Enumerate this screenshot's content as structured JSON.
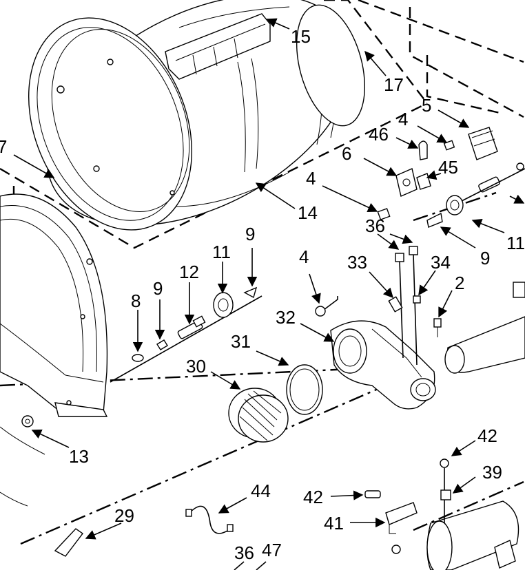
{
  "callouts": [
    {
      "id": "c15",
      "text": "15"
    },
    {
      "id": "c17a",
      "text": "17"
    },
    {
      "id": "c7",
      "text": "7"
    },
    {
      "id": "c5",
      "text": "5"
    },
    {
      "id": "c4a",
      "text": "4"
    },
    {
      "id": "c46",
      "text": "46"
    },
    {
      "id": "c6",
      "text": "6"
    },
    {
      "id": "c45",
      "text": "45"
    },
    {
      "id": "c4b",
      "text": "4"
    },
    {
      "id": "c14",
      "text": "14"
    },
    {
      "id": "c11a",
      "text": "11"
    },
    {
      "id": "c9a",
      "text": "9"
    },
    {
      "id": "c36a",
      "text": "36"
    },
    {
      "id": "c9b",
      "text": "9"
    },
    {
      "id": "c11b",
      "text": "11"
    },
    {
      "id": "c12",
      "text": "12"
    },
    {
      "id": "c9c",
      "text": "9"
    },
    {
      "id": "c8",
      "text": "8"
    },
    {
      "id": "c4c",
      "text": "4"
    },
    {
      "id": "c33",
      "text": "33"
    },
    {
      "id": "c34",
      "text": "34"
    },
    {
      "id": "c2",
      "text": "2"
    },
    {
      "id": "c32",
      "text": "32"
    },
    {
      "id": "c31",
      "text": "31"
    },
    {
      "id": "c30",
      "text": "30"
    },
    {
      "id": "c13",
      "text": "13"
    },
    {
      "id": "c42a",
      "text": "42"
    },
    {
      "id": "c39",
      "text": "39"
    },
    {
      "id": "c44",
      "text": "44"
    },
    {
      "id": "c42b",
      "text": "42"
    },
    {
      "id": "c41",
      "text": "41"
    },
    {
      "id": "c29",
      "text": "29"
    },
    {
      "id": "c36b",
      "text": "36"
    },
    {
      "id": "c47",
      "text": "47"
    }
  ]
}
